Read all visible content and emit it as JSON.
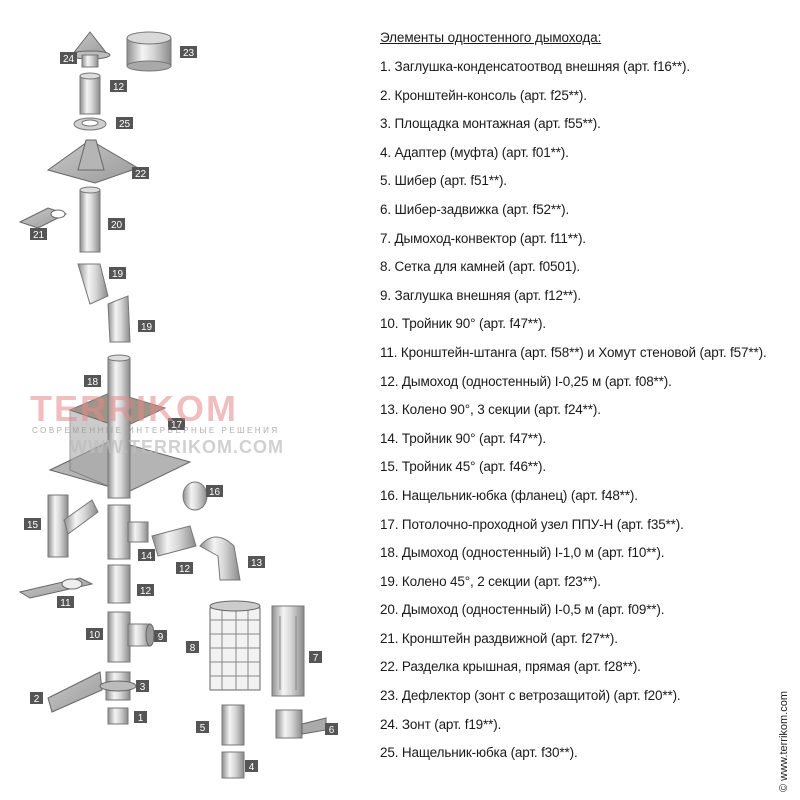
{
  "legend": {
    "title": "Элементы одностенного дымохода:",
    "items": [
      "1. Заглушка-конденсатоотвод внешняя (арт. f16**).",
      "2. Кронштейн-консоль (арт. f25**).",
      "3. Площадка монтажная (арт. f55**).",
      "4. Адаптер (муфта) (арт. f01**).",
      "5. Шибер (арт. f51**).",
      "6. Шибер-задвижка (арт. f52**).",
      "7. Дымоход-конвектор (арт. f11**).",
      "8. Сетка для камней (арт. f0501).",
      "9. Заглушка внешняя (арт. f12**).",
      "10. Тройник 90° (арт. f47**).",
      "11. Кронштейн-штанга (арт. f58**) и Хомут стеновой (арт. f57**).",
      "12. Дымоход (одностенный) I-0,25 м (арт. f08**).",
      "13. Колено 90°, 3 секции (арт. f24**).",
      "14. Тройник 90° (арт. f47**).",
      "15. Тройник 45° (арт. f46**).",
      "16. Нащельник-юбка (фланец) (арт. f48**).",
      "17. Потолочно-проходной узел ППУ-Н (арт. f35**).",
      "18. Дымоход (одностенный) I-1,0 м (арт. f10**).",
      "19. Колено 45°, 2 секции (арт. f23**).",
      "20. Дымоход (одностенный) I-0,5 м (арт. f09**).",
      "21. Кронштейн раздвижной (арт. f27**).",
      "22. Разделка крышная, прямая (арт. f28**).",
      "23. Дефлектор (зонт с ветрозащитой) (арт. f20**).",
      "24. Зонт (арт. f19**).",
      "25. Нащельник-юбка (арт. f30**)."
    ]
  },
  "watermark": {
    "brand": "TERRIKOM",
    "tagline": "СОВРЕМЕННЫЕ ИНТЕРЬЕРНЫЕ РЕШЕНИЯ",
    "url": "WWW.TERRIKOM.COM"
  },
  "side_mark": "© www.terrikom.com",
  "colors": {
    "badge": "#555555",
    "badge_text": "#ffffff",
    "metal_light": "#e8e8e8",
    "metal_dark": "#8a8a8a",
    "watermark": "#e06060"
  },
  "callouts": [
    "1",
    "2",
    "3",
    "4",
    "5",
    "6",
    "7",
    "8",
    "9",
    "10",
    "11",
    "12",
    "12",
    "12",
    "13",
    "14",
    "15",
    "16",
    "17",
    "18",
    "19",
    "19",
    "20",
    "21",
    "22",
    "23",
    "24",
    "25"
  ]
}
